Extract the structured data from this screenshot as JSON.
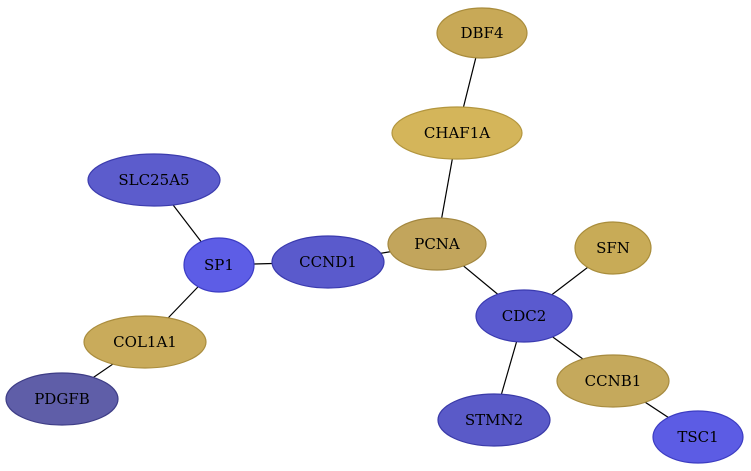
{
  "nodes": [
    {
      "id": "DBF4",
      "label": "DBF4",
      "fill": "#c8a957",
      "stroke": "#a98c3c"
    },
    {
      "id": "CHAF1A",
      "label": "CHAF1A",
      "fill": "#d4b55a",
      "stroke": "#b3963e"
    },
    {
      "id": "SLC25A5",
      "label": "SLC25A5",
      "fill": "#5c5ccc",
      "stroke": "#3c3cae"
    },
    {
      "id": "PCNA",
      "label": "PCNA",
      "fill": "#c2a55c",
      "stroke": "#a3873f"
    },
    {
      "id": "SP1",
      "label": "SP1",
      "fill": "#5d5de6",
      "stroke": "#3c3cc4"
    },
    {
      "id": "CCND1",
      "label": "CCND1",
      "fill": "#5a5acc",
      "stroke": "#3a3aae"
    },
    {
      "id": "SFN",
      "label": "SFN",
      "fill": "#c8ab57",
      "stroke": "#a98d3b"
    },
    {
      "id": "CDC2",
      "label": "CDC2",
      "fill": "#5a5acf",
      "stroke": "#3a3ab0"
    },
    {
      "id": "COL1A1",
      "label": "COL1A1",
      "fill": "#c9ab5b",
      "stroke": "#aa8d3e"
    },
    {
      "id": "CCNB1",
      "label": "CCNB1",
      "fill": "#c5a95c",
      "stroke": "#a78b3f"
    },
    {
      "id": "PDGFB",
      "label": "PDGFB",
      "fill": "#5f5ea8",
      "stroke": "#3e3d86"
    },
    {
      "id": "STMN2",
      "label": "STMN2",
      "fill": "#5a5ac8",
      "stroke": "#3a3aa8"
    },
    {
      "id": "TSC1",
      "label": "TSC1",
      "fill": "#5c5ce4",
      "stroke": "#3c3cc2"
    }
  ],
  "edges": [
    [
      "DBF4",
      "CHAF1A"
    ],
    [
      "CHAF1A",
      "PCNA"
    ],
    [
      "SLC25A5",
      "SP1"
    ],
    [
      "SP1",
      "CCND1"
    ],
    [
      "CCND1",
      "PCNA"
    ],
    [
      "PCNA",
      "CDC2"
    ],
    [
      "SP1",
      "COL1A1"
    ],
    [
      "COL1A1",
      "PDGFB"
    ],
    [
      "SFN",
      "CDC2"
    ],
    [
      "CDC2",
      "STMN2"
    ],
    [
      "CDC2",
      "CCNB1"
    ],
    [
      "CCNB1",
      "TSC1"
    ]
  ]
}
